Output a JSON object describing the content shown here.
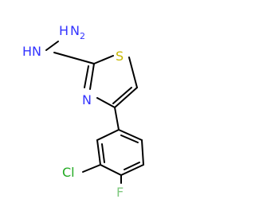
{
  "molecule": {
    "atoms": {
      "NH2": {
        "text": "N",
        "sub": "2",
        "h": "H",
        "color": "#3333ff"
      },
      "NH": {
        "text": "HN",
        "color": "#3333ff"
      },
      "S": {
        "text": "S",
        "color": "#c6b700"
      },
      "N": {
        "text": "N",
        "color": "#3333ff"
      },
      "Cl": {
        "text": "Cl",
        "color": "#22aa22"
      },
      "F": {
        "text": "F",
        "color": "#7fc97f"
      }
    },
    "bond_color": "#000000"
  }
}
